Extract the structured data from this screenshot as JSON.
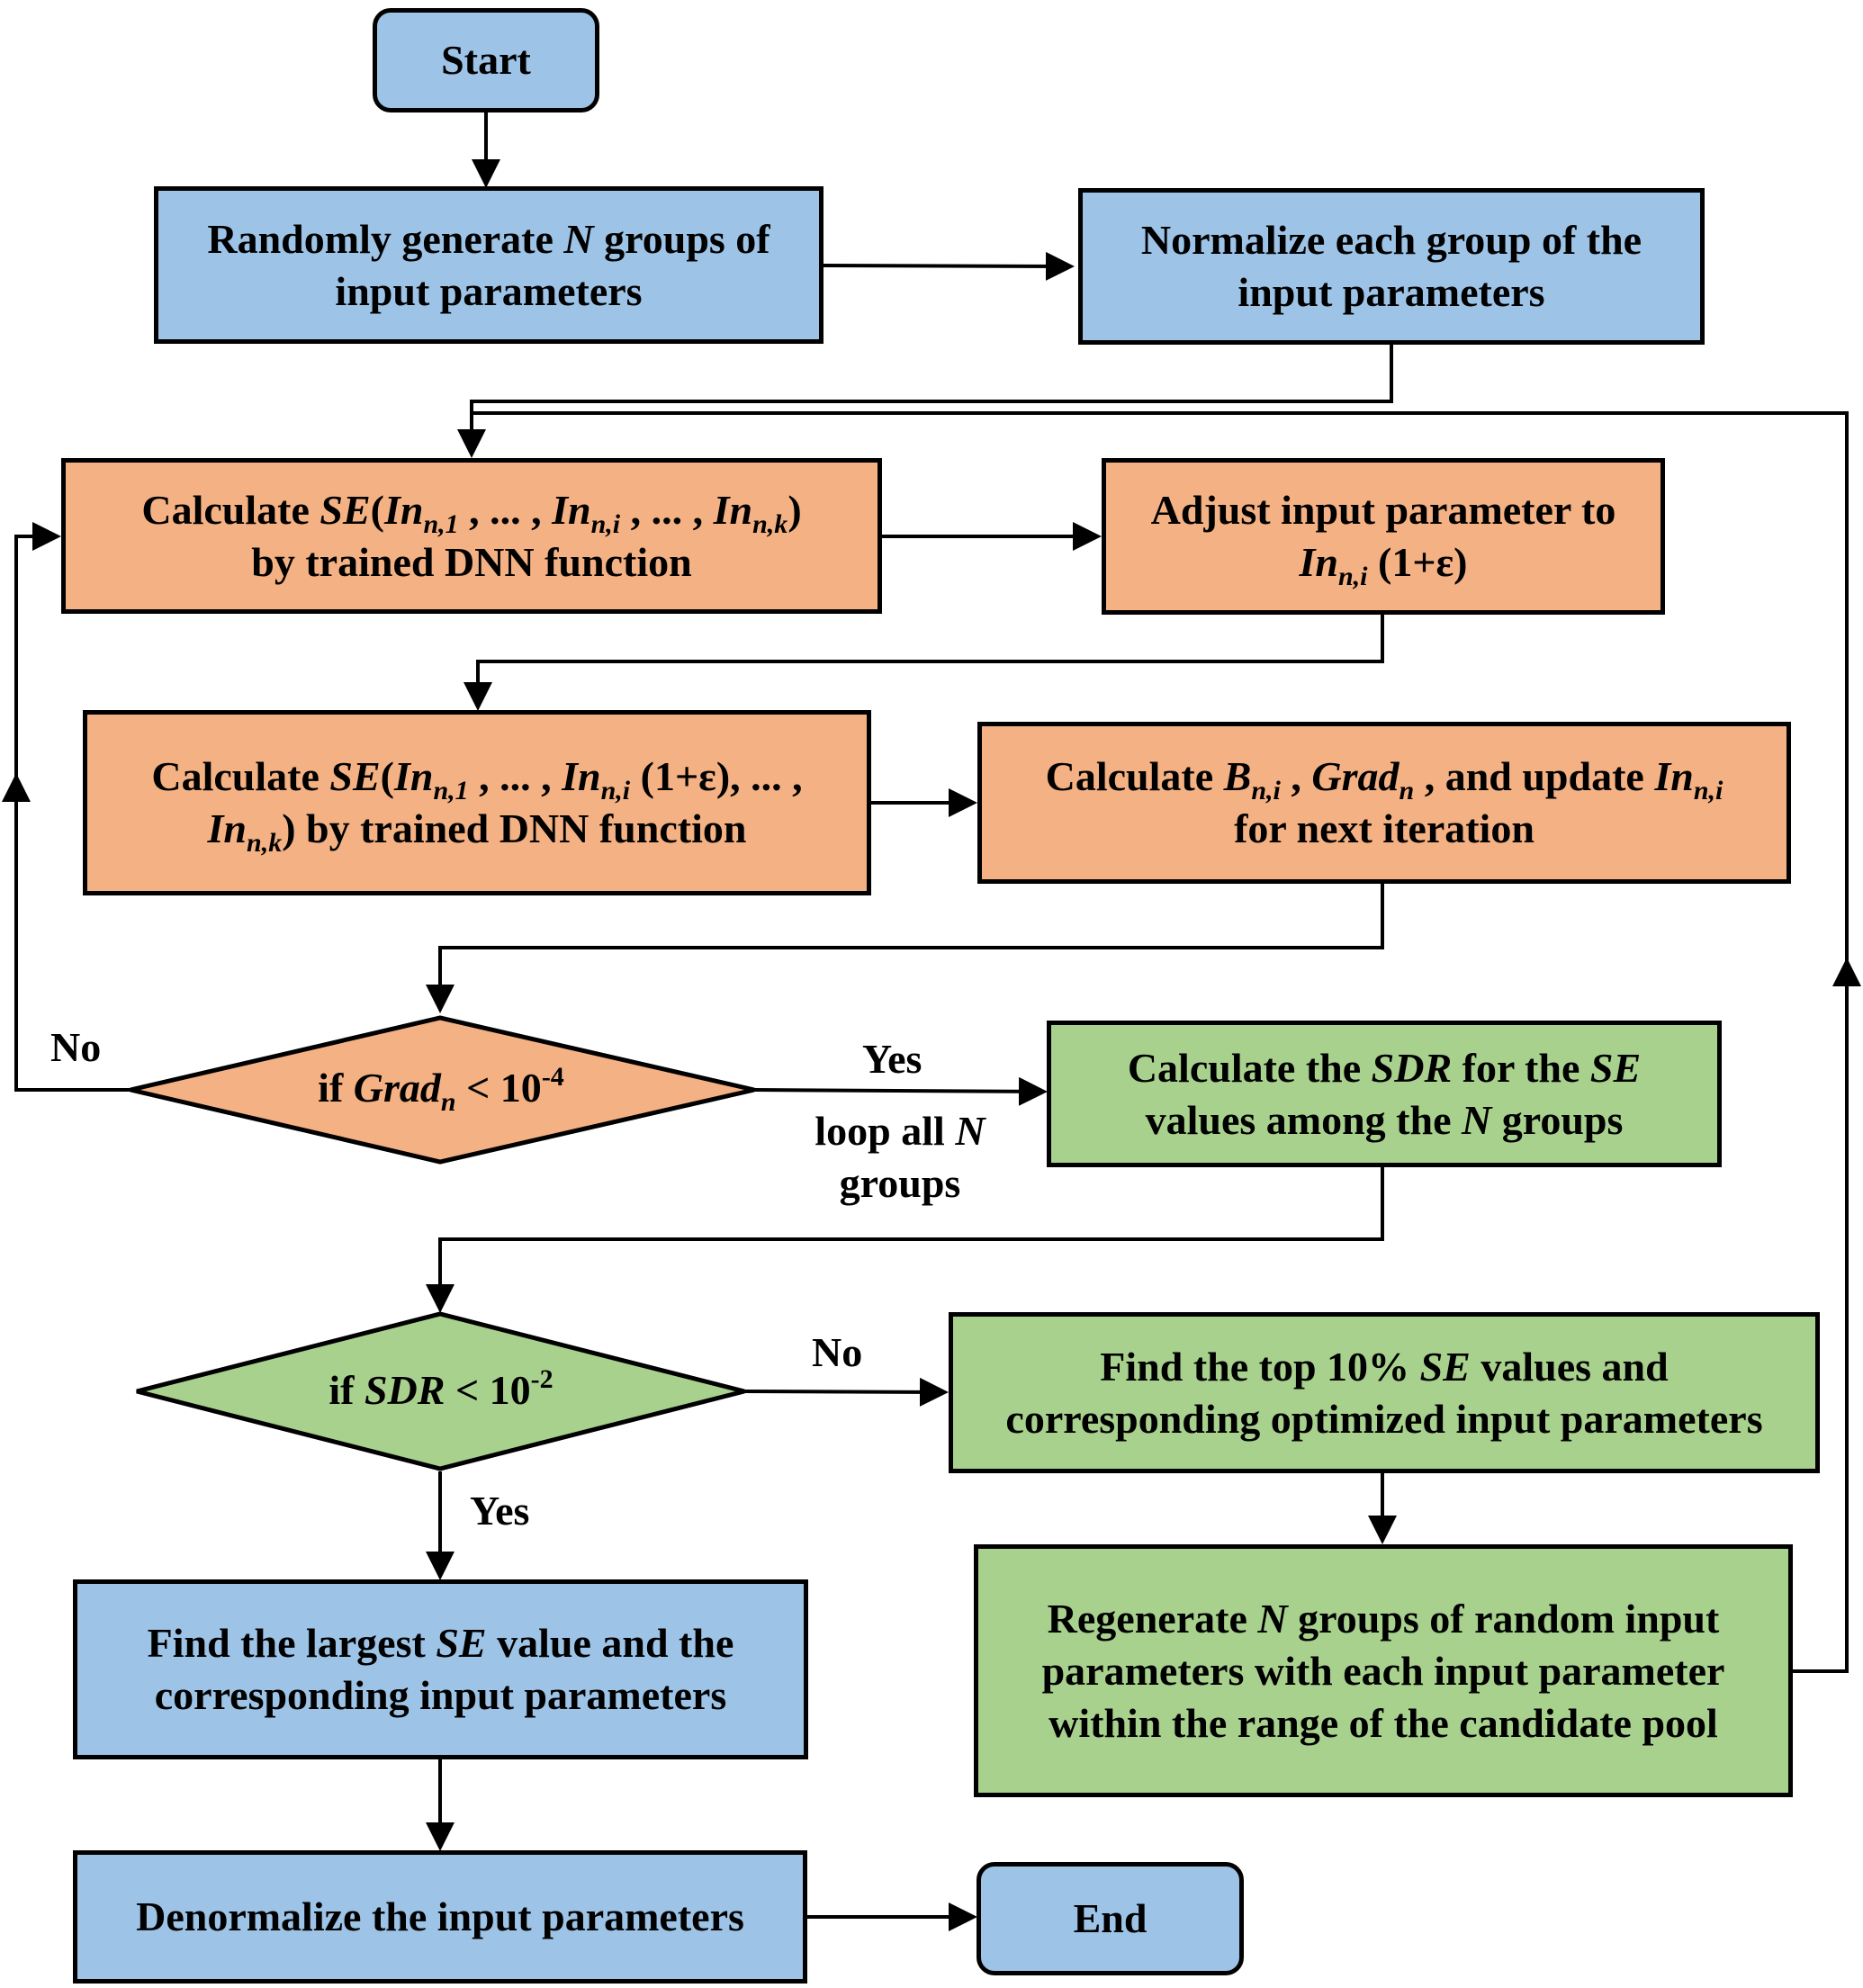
{
  "nodes": {
    "start": "Start",
    "gen_a": "Randomly generate ",
    "gen_N": "N",
    "gen_b": " groups of",
    "gen_c": "input parameters",
    "norm_a": "Normalize each group of the",
    "norm_b": "input parameters",
    "calc1_a": "Calculate ",
    "calc1_se": "SE",
    "calc1_in1": "In",
    "calc1_s1": "n,1",
    "calc1_mid1": " , ... , ",
    "calc1_in2": "In",
    "calc1_s2": "n,i",
    "calc1_mid2": " , ... , ",
    "calc1_in3": "In",
    "calc1_s3": "n,k",
    "calc1_b": "by trained DNN function",
    "adj_a": "Adjust input parameter to",
    "adj_in": "In",
    "adj_s": "n,i",
    "adj_b": " (1+ε)",
    "calc2_a": "Calculate ",
    "calc2_se": "SE",
    "calc2_in1": "In",
    "calc2_s1": "n,1",
    "calc2_mid1": " , ... , ",
    "calc2_in2": "In",
    "calc2_s2": "n,i",
    "calc2_mid2": " (1+ε), ... ,",
    "calc2_in3": "In",
    "calc2_s3": "n,k",
    "calc2_b": ") by trained DNN function",
    "calcb_a": "Calculate ",
    "calcb_B": "B",
    "calcb_s1": "n,i",
    "calcb_m1": " , ",
    "calcb_grad": "Grad",
    "calcb_s2": "n",
    "calcb_m2": " , and update ",
    "calcb_in": "In",
    "calcb_s3": "n,i",
    "calcb_b": "for next iteration",
    "grad_if": "if ",
    "grad_var": "Grad",
    "grad_sub": "n",
    "grad_lt": " < 10",
    "grad_exp": "-4",
    "sdrcalc_a": "Calculate the ",
    "sdrcalc_sdr": "SDR",
    "sdrcalc_m": " for the ",
    "sdrcalc_se": "SE",
    "sdrcalc_b1": "values among the ",
    "sdrcalc_N": "N",
    "sdrcalc_b2": " groups",
    "sdr_if": "if ",
    "sdr_var": "SDR",
    "sdr_lt": " < 10",
    "sdr_exp": "-2",
    "top_a1": "Find the top 10% ",
    "top_se": "SE",
    "top_a2": " values and",
    "top_b": "corresponding optimized input parameters",
    "regen_a1": "Regenerate ",
    "regen_N": "N",
    "regen_a2": " groups of random input",
    "regen_b": "parameters with each input parameter",
    "regen_c": "within the range of the candidate pool",
    "largest_a1": "Find the largest ",
    "largest_se": "SE",
    "largest_a2": " value and the",
    "largest_b": "corresponding input parameters",
    "denorm": "Denormalize the input parameters",
    "end": "End"
  },
  "labels": {
    "no_grad": "No",
    "yes_grad": "Yes",
    "loop_a": "loop all ",
    "loop_N": "N",
    "loop_b": "groups",
    "no_sdr": "No",
    "yes_sdr": "Yes"
  },
  "colors": {
    "blue": "#9dc3e6",
    "orange": "#f4b183",
    "green": "#a9d18e",
    "line": "#000000"
  }
}
